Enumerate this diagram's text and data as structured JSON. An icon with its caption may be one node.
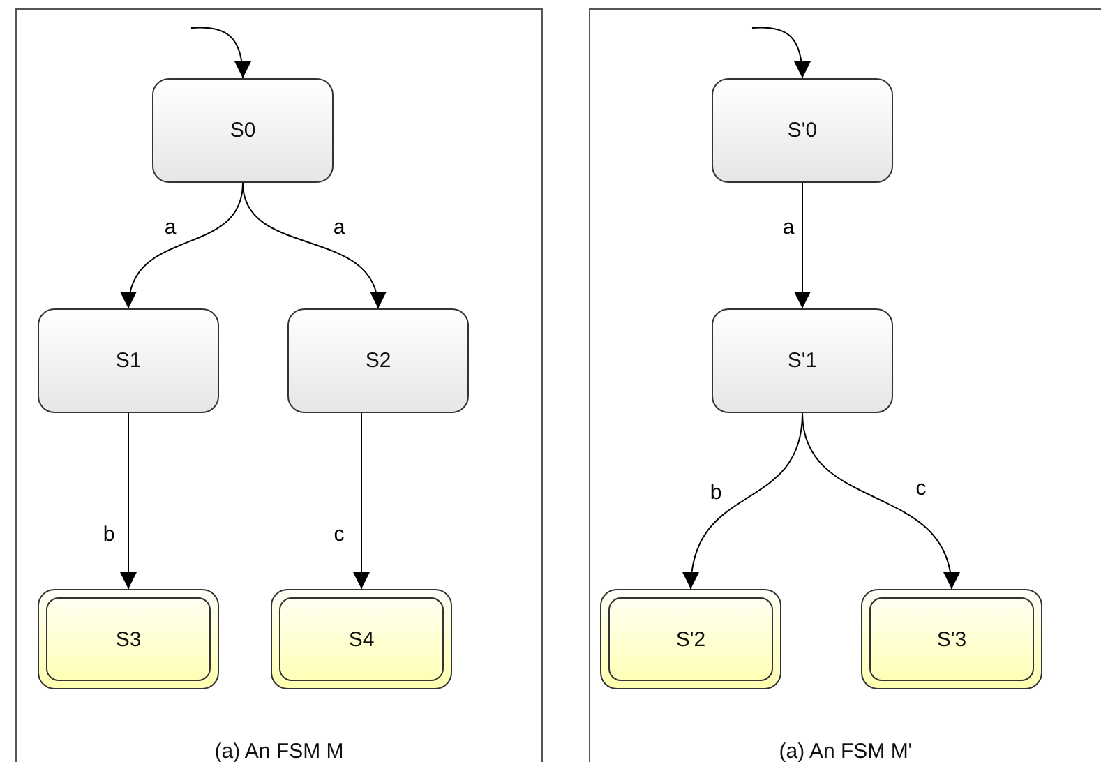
{
  "diagram": {
    "nodes": [
      {
        "text": [
          "(a) An FSM M"
        ]
      },
      {
        "text": [
          "S0"
        ],
        "in": 0
      },
      {
        "text": [
          "S1"
        ],
        "in": 0
      },
      {
        "text": [
          "S2"
        ],
        "in": 0
      },
      {
        "text": [
          "S3"
        ],
        "in": 0
      },
      {
        "text": [
          "S4"
        ],
        "in": 0
      },
      {
        "text": [
          "(a) An FSM M'"
        ]
      },
      {
        "text": [
          "S'0"
        ],
        "in": 6
      },
      {
        "text": [
          "S'1"
        ],
        "in": 6
      },
      {
        "text": [
          "S'2"
        ],
        "in": 6
      },
      {
        "text": [
          "S'3"
        ],
        "in": 6
      }
    ],
    "edges": [
      {
        "from": null,
        "to": 1,
        "arrow": "to"
      },
      {
        "from": 1,
        "to": 2,
        "arrow": "to",
        "label": "a"
      },
      {
        "from": 1,
        "to": 3,
        "arrow": "to",
        "label": "a"
      },
      {
        "from": 2,
        "to": 4,
        "arrow": "to",
        "label": "b"
      },
      {
        "from": 3,
        "to": 5,
        "arrow": "to",
        "label": "c"
      },
      {
        "from": null,
        "to": 7,
        "arrow": "to"
      },
      {
        "from": 7,
        "to": 8,
        "arrow": "to",
        "label": "a"
      },
      {
        "from": 8,
        "to": 9,
        "arrow": "to",
        "label": "b"
      },
      {
        "from": 8,
        "to": 10,
        "arrow": "to",
        "label": "c"
      }
    ]
  }
}
